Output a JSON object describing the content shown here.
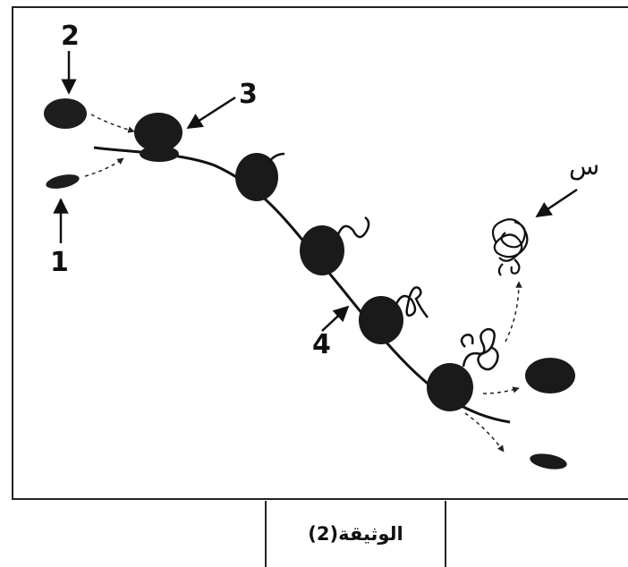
{
  "diagram": {
    "labels": {
      "label_1": "1",
      "label_2": "2",
      "label_3": "3",
      "label_4": "4",
      "label_s": "س"
    }
  },
  "caption": {
    "text": "الوثيقة(2)"
  }
}
